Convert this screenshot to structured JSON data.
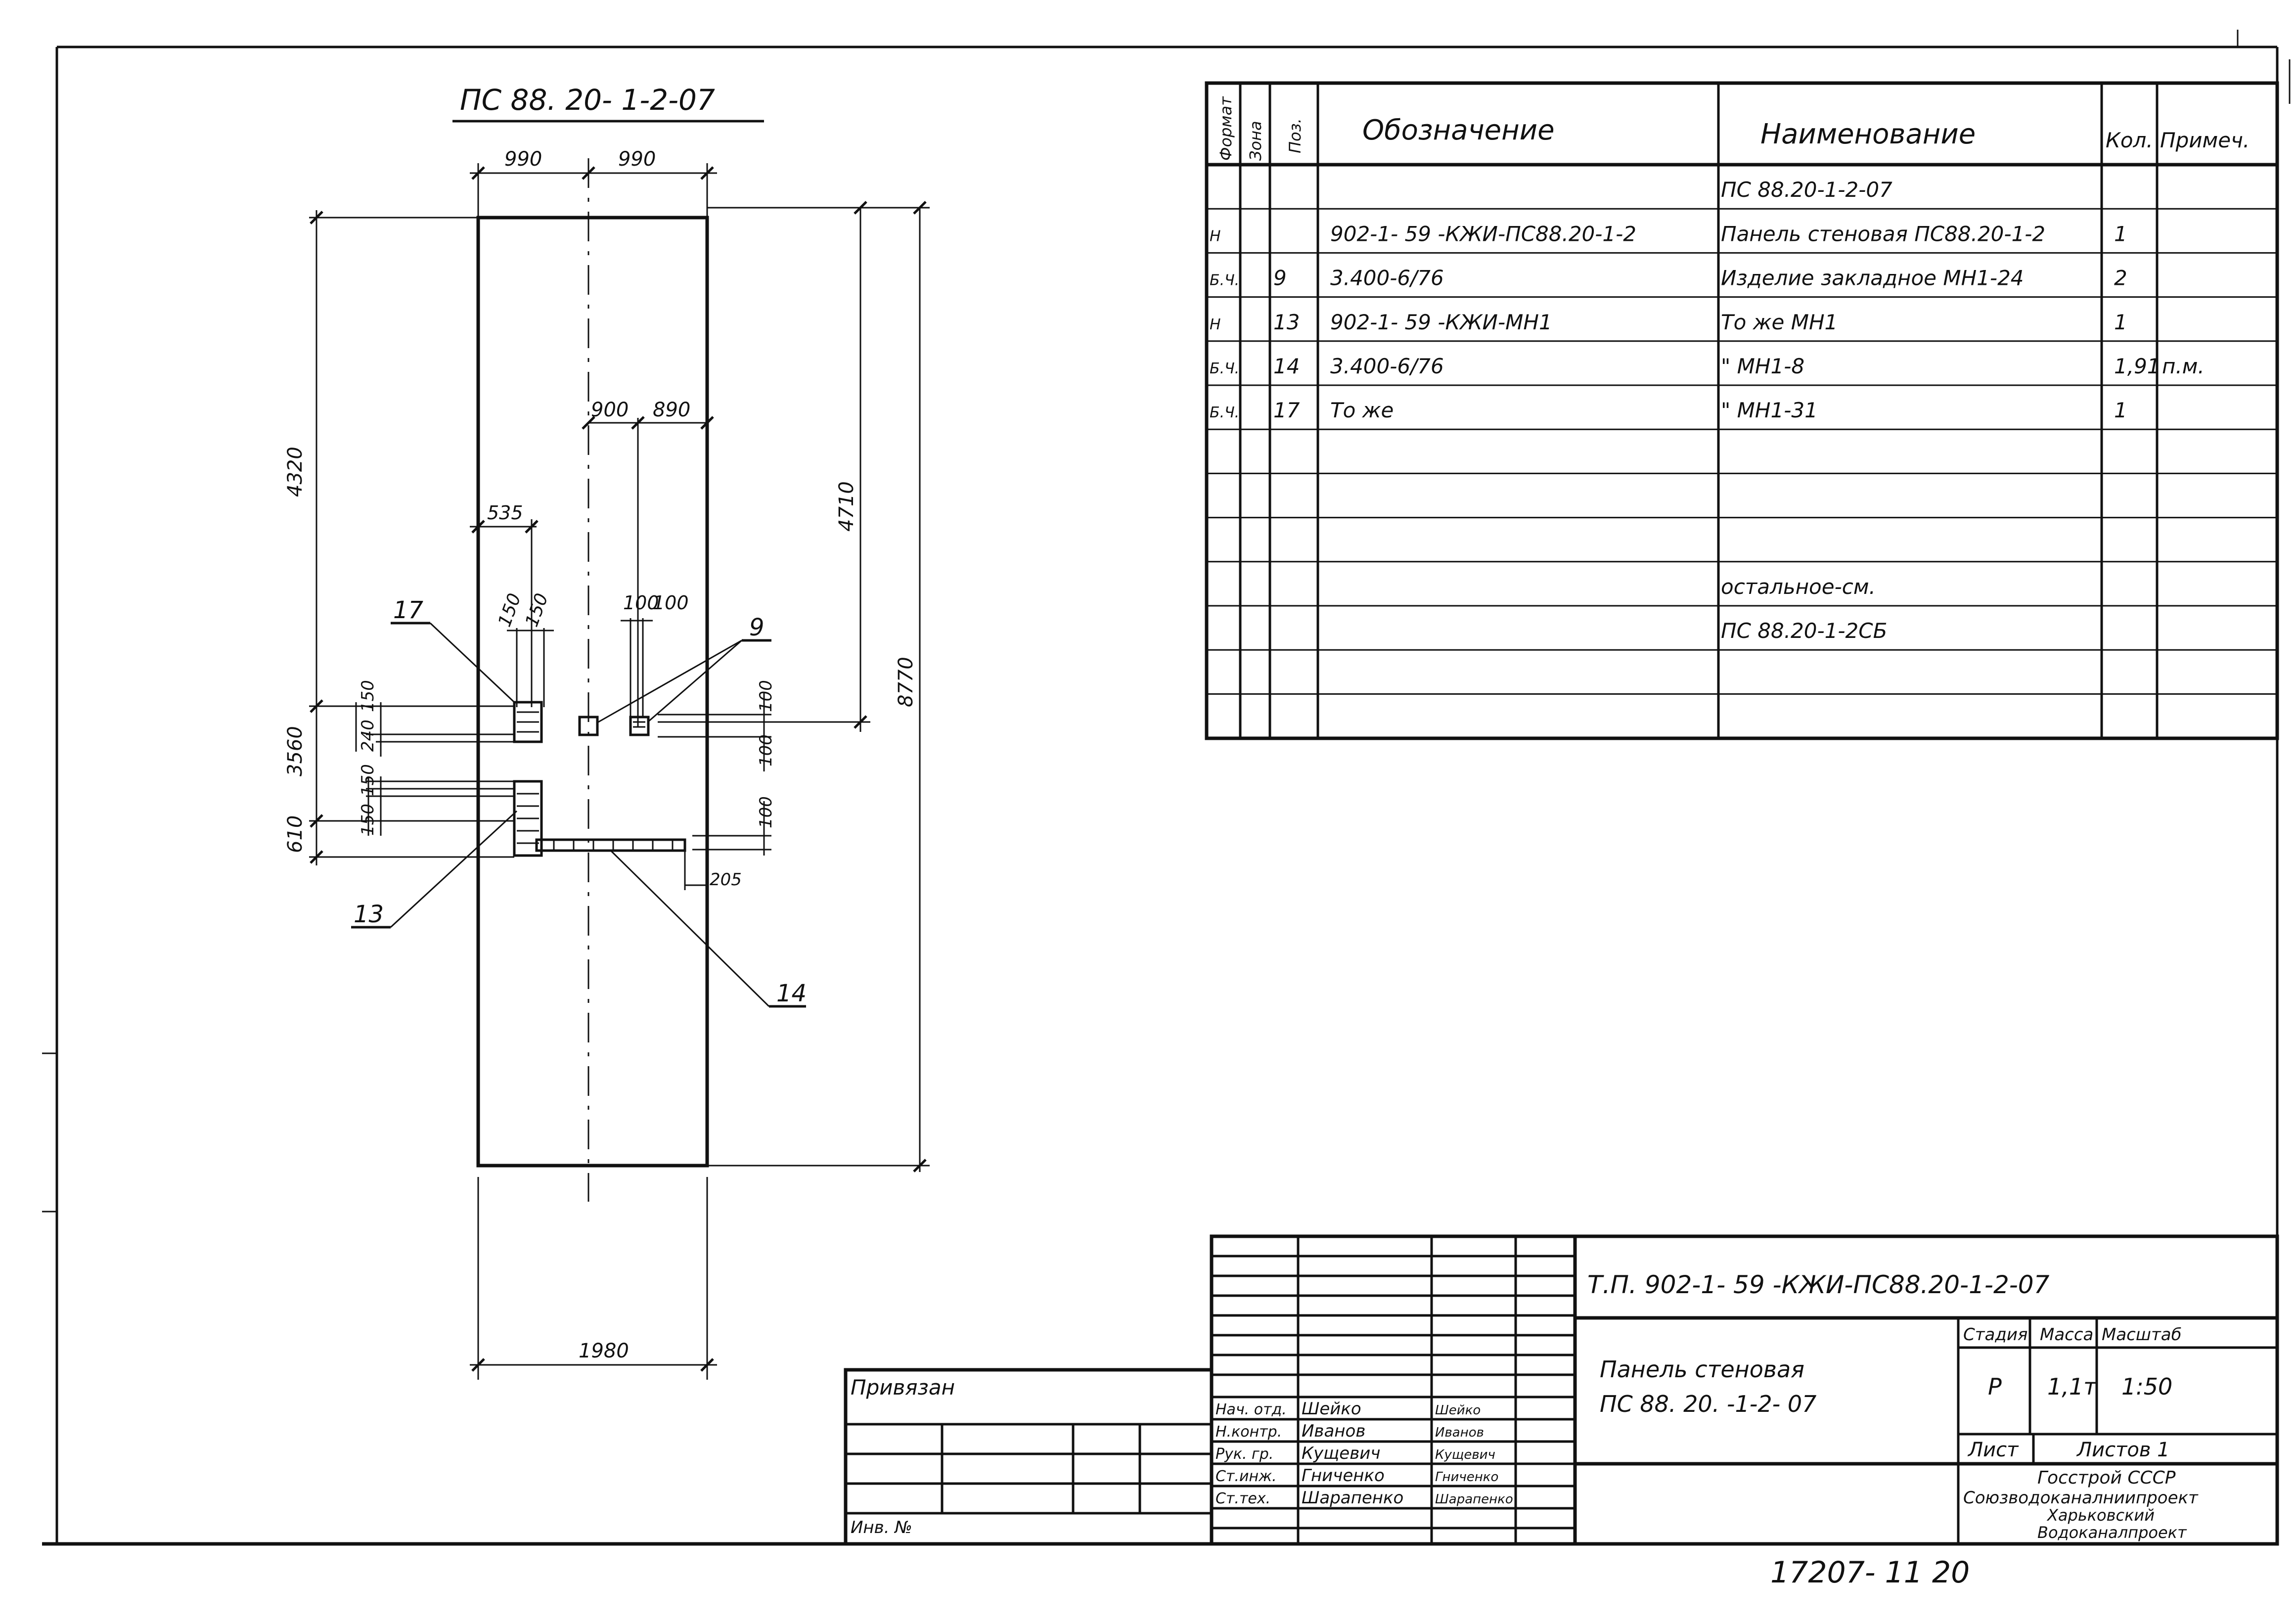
{
  "drawing": {
    "view_title": "ПС 88. 20- 1-2-07",
    "dims": {
      "top_left": "990",
      "top_right": "990",
      "left_upper": "4320",
      "left_mid": "3560",
      "left_low": "610",
      "right_inner": "4710",
      "right_total": "8770",
      "h900": "900",
      "h890": "890",
      "h535": "535",
      "w150a": "150",
      "w150b": "150",
      "w100a": "100",
      "w100b": "100",
      "l150a": "150",
      "l240": "240",
      "l150b": "150",
      "l150c": "150",
      "r100a": "100",
      "r100b": "100",
      "r100c": "100",
      "r205": "205",
      "bottom": "1980"
    },
    "callouts": {
      "c17": "17",
      "c9": "9",
      "c13": "13",
      "c14": "14"
    }
  },
  "spec": {
    "headers": {
      "format": "Формат",
      "zone": "Зона",
      "pos": "Поз.",
      "designation": "Обозначение",
      "name": "Наименование",
      "qty": "Кол.",
      "note": "Примеч."
    },
    "rows": [
      {
        "format": "",
        "pos": "",
        "designation": "",
        "name": "ПС 88.20-1-2-07",
        "qty": "",
        "note": ""
      },
      {
        "format": "Н",
        "pos": "",
        "designation": "902-1- 59       -КЖИ-ПС88.20-1-2",
        "name": "Панель стеновая ПС88.20-1-2",
        "qty": "1",
        "note": ""
      },
      {
        "format": "Б.Ч.",
        "pos": "9",
        "designation": "3.400-6/76",
        "name": "Изделие закладное МН1-24",
        "qty": "2",
        "note": ""
      },
      {
        "format": "Н",
        "pos": "13",
        "designation": "902-1- 59       -КЖИ-МН1",
        "name": "То же                  МН1",
        "qty": "1",
        "note": ""
      },
      {
        "format": "Б.Ч.",
        "pos": "14",
        "designation": "3.400-6/76",
        "name": "\"                     МН1-8",
        "qty": "1,91",
        "note": "п.м."
      },
      {
        "format": "Б.Ч.",
        "pos": "17",
        "designation": "То же",
        "name": "\"                     МН1-31",
        "qty": "1",
        "note": ""
      },
      {
        "format": "",
        "pos": "",
        "designation": "",
        "name": "",
        "qty": "",
        "note": ""
      },
      {
        "format": "",
        "pos": "",
        "designation": "",
        "name": "",
        "qty": "",
        "note": ""
      },
      {
        "format": "",
        "pos": "",
        "designation": "",
        "name": "",
        "qty": "",
        "note": ""
      },
      {
        "format": "",
        "pos": "",
        "designation": "",
        "name": "остальное-см.",
        "qty": "",
        "note": ""
      },
      {
        "format": "",
        "pos": "",
        "designation": "",
        "name": "ПС 88.20-1-2СБ",
        "qty": "",
        "note": ""
      },
      {
        "format": "",
        "pos": "",
        "designation": "",
        "name": "",
        "qty": "",
        "note": ""
      },
      {
        "format": "",
        "pos": "",
        "designation": "",
        "name": "",
        "qty": "",
        "note": ""
      }
    ]
  },
  "title_block": {
    "code": "Т.П. 902-1- 59       -КЖИ-ПС88.20-1-2-07",
    "name_line1": "Панель стеновая",
    "name_line2": "ПС 88. 20. -1-2- 07",
    "stage_label": "Стадия",
    "mass_label": "Масса",
    "scale_label": "Масштаб",
    "stage": "Р",
    "mass": "1,1т",
    "scale": "1:50",
    "sheet_label": "Лист",
    "sheets_label": "Листов  1",
    "org1": "Госстрой СССР",
    "org2": "Союзводоканалниипроект",
    "org3": "Харьковский",
    "org4": "Водоканалпроект",
    "roles": [
      {
        "role": "Нач. отд.",
        "name": "Шейко",
        "sign": "Шейко"
      },
      {
        "role": "Н.контр.",
        "name": "Иванов",
        "sign": "Иванов"
      },
      {
        "role": "Рук. гр.",
        "name": "Кущевич",
        "sign": "Кущевич"
      },
      {
        "role": "Ст.инж.",
        "name": "Гниченко",
        "sign": "Гниченко"
      },
      {
        "role": "Ст.тех.",
        "name": "Шарапенко",
        "sign": "Шарапенко"
      }
    ],
    "privyazan": "Привязан",
    "inv": "Инв. №",
    "doc_number": "17207- 11   20"
  }
}
